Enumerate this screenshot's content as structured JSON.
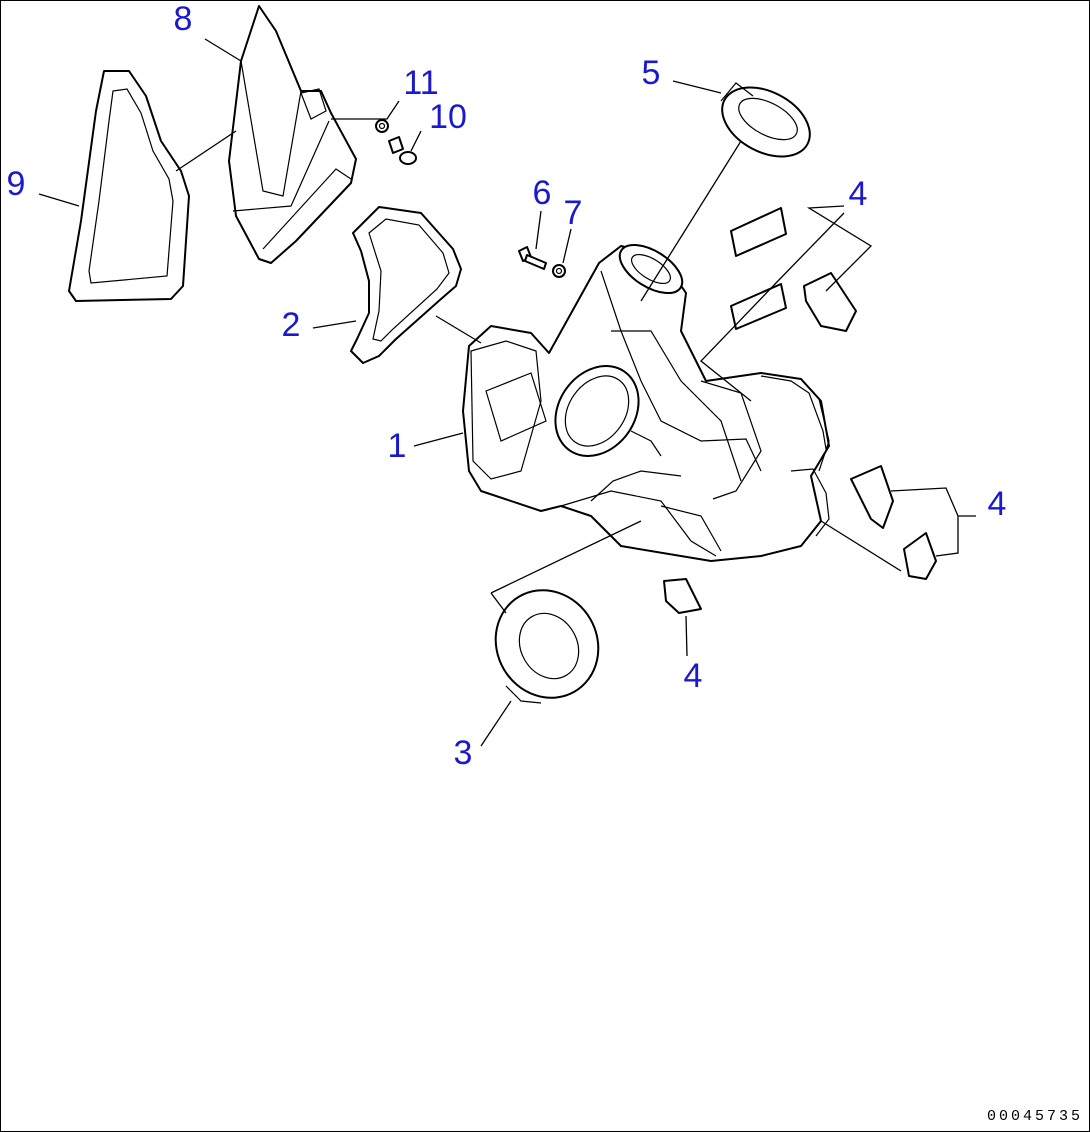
{
  "diagram": {
    "callout_color": "#1a1acc",
    "line_color": "#000000",
    "callouts": [
      {
        "id": "c8",
        "label": "8"
      },
      {
        "id": "c11",
        "label": "11"
      },
      {
        "id": "c10",
        "label": "10"
      },
      {
        "id": "c9",
        "label": "9"
      },
      {
        "id": "c5",
        "label": "5"
      },
      {
        "id": "c6",
        "label": "6"
      },
      {
        "id": "c7",
        "label": "7"
      },
      {
        "id": "c4a",
        "label": "4"
      },
      {
        "id": "c2",
        "label": "2"
      },
      {
        "id": "c1",
        "label": "1"
      },
      {
        "id": "c4b",
        "label": "4"
      },
      {
        "id": "c4c",
        "label": "4"
      },
      {
        "id": "c3",
        "label": "3"
      }
    ],
    "document_number": "00045735"
  }
}
